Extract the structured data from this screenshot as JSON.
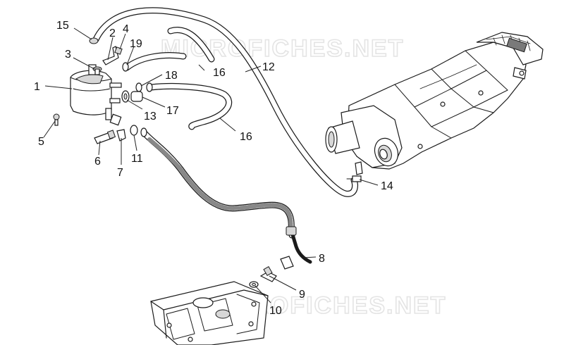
{
  "watermarks": [
    "MICROFICHES.NET",
    "MICROFICHES.NET"
  ],
  "callouts": [
    {
      "id": "c1",
      "label": "1"
    },
    {
      "id": "c2",
      "label": "2"
    },
    {
      "id": "c3",
      "label": "3"
    },
    {
      "id": "c4",
      "label": "4"
    },
    {
      "id": "c5",
      "label": "5"
    },
    {
      "id": "c6",
      "label": "6"
    },
    {
      "id": "c7",
      "label": "7"
    },
    {
      "id": "c8",
      "label": "8"
    },
    {
      "id": "c9",
      "label": "9"
    },
    {
      "id": "c10",
      "label": "10"
    },
    {
      "id": "c11",
      "label": "11"
    },
    {
      "id": "c12",
      "label": "12"
    },
    {
      "id": "c13",
      "label": "13"
    },
    {
      "id": "c14",
      "label": "14"
    },
    {
      "id": "c15",
      "label": "15"
    },
    {
      "id": "c16a",
      "label": "16"
    },
    {
      "id": "c16b",
      "label": "16"
    },
    {
      "id": "c17",
      "label": "17"
    },
    {
      "id": "c18",
      "label": "18"
    },
    {
      "id": "c19",
      "label": "19"
    }
  ],
  "colors": {
    "ink": "#1a1a1a",
    "watermark": "#e4e4e4",
    "background": "#ffffff"
  }
}
